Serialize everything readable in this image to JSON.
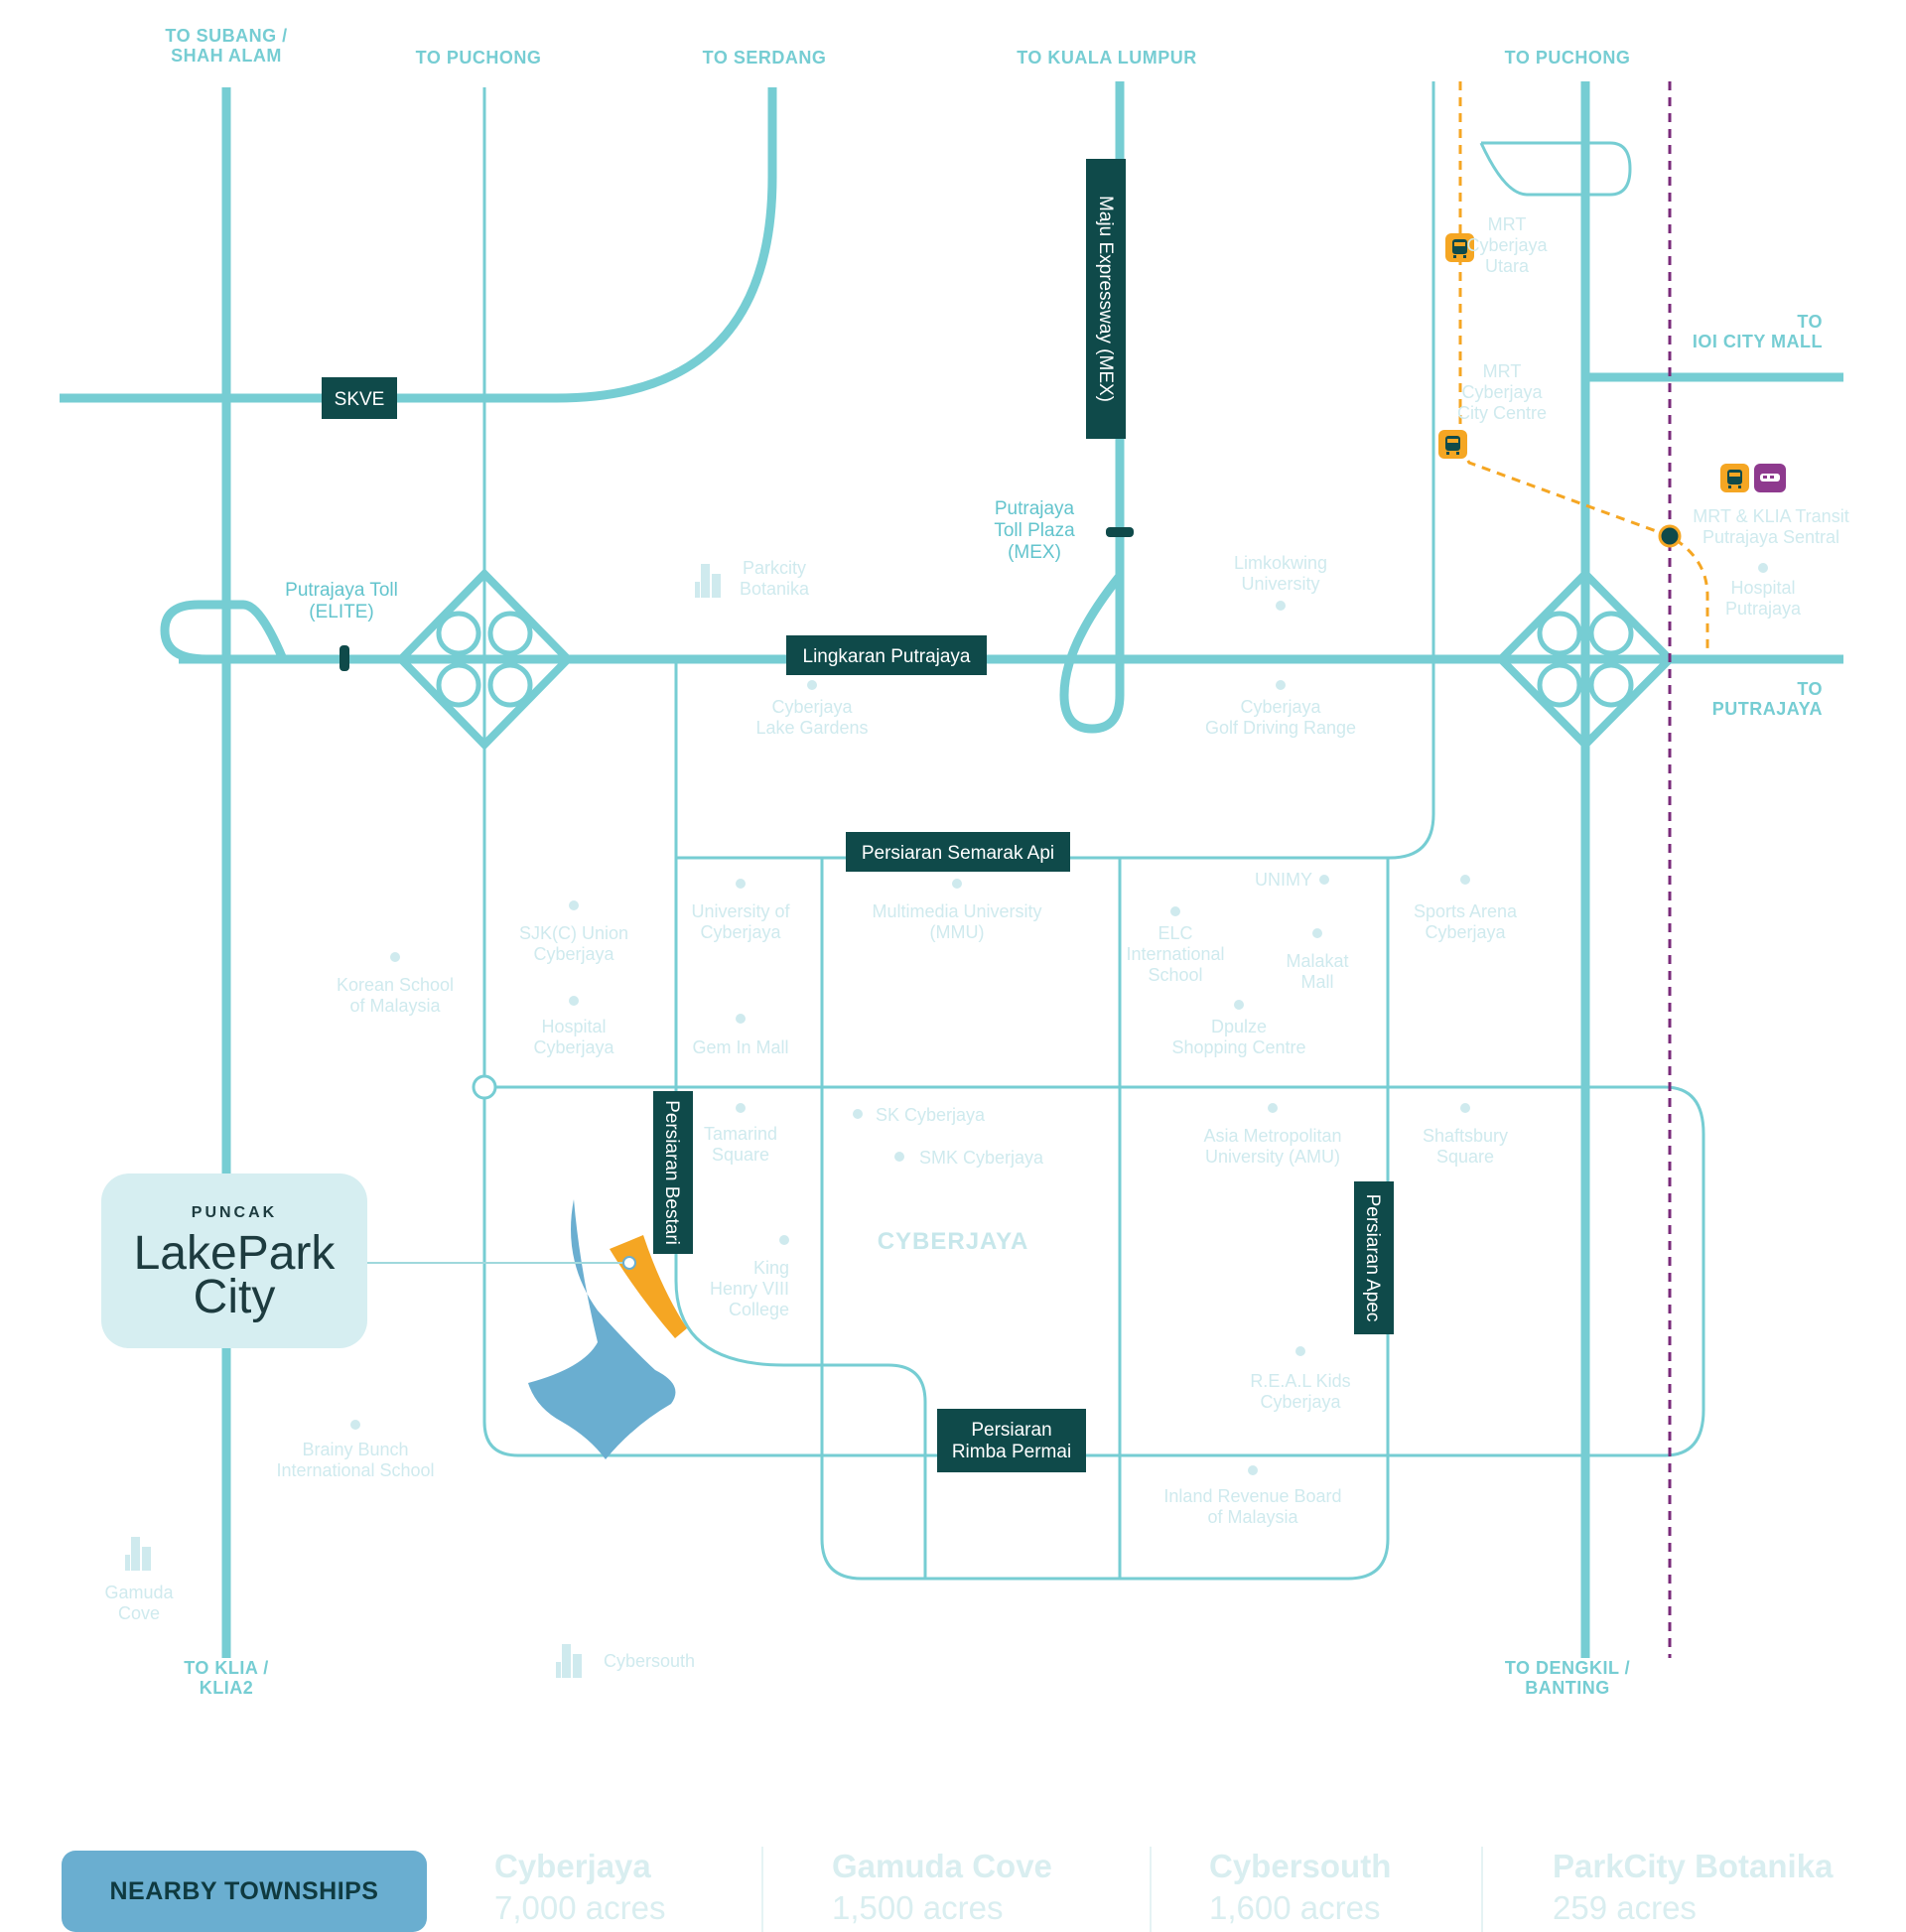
{
  "directions": {
    "subang_l1": "TO SUBANG /",
    "subang_l2": "SHAH ALAM",
    "puchong_west": "TO PUCHONG",
    "serdang": "TO SERDANG",
    "kuala_lumpur": "TO KUALA LUMPUR",
    "puchong_east": "TO PUCHONG",
    "ioi_l1": "TO",
    "ioi_l2": "IOI CITY MALL",
    "putrajaya_l1": "TO",
    "putrajaya_l2": "PUTRAJAYA",
    "klia_l1": "TO KLIA /",
    "klia_l2": "KLIA2",
    "dengkil_l1": "TO DENGKIL /",
    "dengkil_l2": "BANTING"
  },
  "roads": {
    "skve": "SKVE",
    "mex": "Maju Expressway (MEX)",
    "lingkaran": "Lingkaran Putrajaya",
    "semarak": "Persiaran Semarak Api",
    "bestari": "Persiaran Bestari",
    "apec": "Persiaran Apec",
    "rimba_l1": "Persiaran",
    "rimba_l2": "Rimba Permai"
  },
  "tolls": {
    "elite_l1": "Putrajaya Toll",
    "elite_l2": "(ELITE)",
    "mex_l1": "Putrajaya",
    "mex_l2": "Toll Plaza",
    "mex_l3": "(MEX)"
  },
  "stations": {
    "utara_l1": "MRT",
    "utara_l2": "Cyberjaya",
    "utara_l3": "Utara",
    "city_l1": "MRT",
    "city_l2": "Cyberjaya",
    "city_l3": "City Centre",
    "sentral_l1": "MRT & KLIA Transit",
    "sentral_l2": "Putrajaya Sentral"
  },
  "pois": {
    "parkcity_l1": "Parkcity",
    "parkcity_l2": "Botanika",
    "limkokwing_l1": "Limkokwing",
    "limkokwing_l2": "University",
    "hosp_putra_l1": "Hospital",
    "hosp_putra_l2": "Putrajaya",
    "lake_l1": "Cyberjaya",
    "lake_l2": "Lake Gardens",
    "golf_l1": "Cyberjaya",
    "golf_l2": "Golf Driving Range",
    "unimy": "UNIMY",
    "sports_l1": "Sports Arena",
    "sports_l2": "Cyberjaya",
    "uoc_l1": "University of",
    "uoc_l2": "Cyberjaya",
    "mmu_l1": "Multimedia University",
    "mmu_l2": "(MMU)",
    "sjk_l1": "SJK(C) Union",
    "sjk_l2": "Cyberjaya",
    "korean_l1": "Korean School",
    "korean_l2": "of Malaysia",
    "elc_l1": "ELC",
    "elc_l2": "International",
    "elc_l3": "School",
    "malakat_l1": "Malakat",
    "malakat_l2": "Mall",
    "hosp_cyber_l1": "Hospital",
    "hosp_cyber_l2": "Cyberjaya",
    "gem": "Gem In Mall",
    "dpulze_l1": "Dpulze",
    "dpulze_l2": "Shopping Centre",
    "tamarind_l1": "Tamarind",
    "tamarind_l2": "Square",
    "skcyber": "SK Cyberjaya",
    "smk": "SMK Cyberjaya",
    "amu_l1": "Asia Metropolitan",
    "amu_l2": "University (AMU)",
    "shaftsbury_l1": "Shaftsbury",
    "shaftsbury_l2": "Square",
    "khv_l1": "King",
    "khv_l2": "Henry VIII",
    "khv_l3": "College",
    "real_l1": "R.E.A.L Kids",
    "real_l2": "Cyberjaya",
    "brainy_l1": "Brainy Bunch",
    "brainy_l2": "International School",
    "inland_l1": "Inland Revenue Board",
    "inland_l2": "of Malaysia",
    "gamuda_l1": "Gamuda",
    "gamuda_l2": "Cove",
    "cybersouth": "Cybersouth"
  },
  "district": "CYBERJAYA",
  "brand": {
    "small": "PUNCAK",
    "line1": "LakePark",
    "line2": "City"
  },
  "nearby": {
    "button": "NEARBY TOWNSHIPS",
    "townships": [
      {
        "name": "Cyberjaya",
        "size": "7,000 acres"
      },
      {
        "name": "Gamuda Cove",
        "size": "1,500 acres"
      },
      {
        "name": "Cybersouth",
        "size": "1,600 acres"
      },
      {
        "name": "ParkCity Botanika",
        "size": "259 acres"
      }
    ]
  },
  "colors": {
    "road": "#76cdd3",
    "label_bg": "#0f4a4a",
    "lake": "#6aaed0",
    "site": "#f5a623",
    "mrt_line": "#f5a623",
    "klia_line": "#7a2a7a"
  }
}
